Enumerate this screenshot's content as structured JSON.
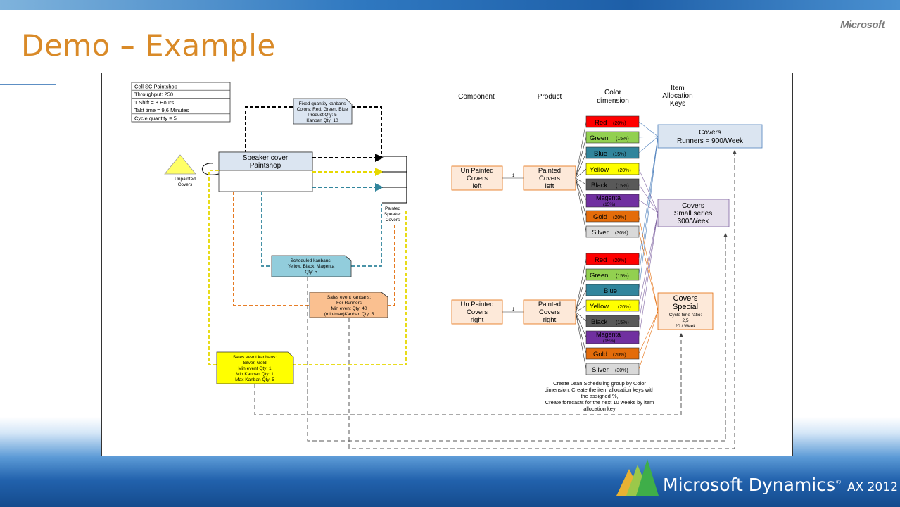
{
  "slide": {
    "title": "Demo – Example"
  },
  "branding": {
    "top_logo": "Microsoft",
    "product_name": "Microsoft Dynamics",
    "product_suffix": "®",
    "version": "AX 2012"
  },
  "colors": {
    "title": "#d98a28",
    "red": "#ff0000",
    "green": "#92d050",
    "blue": "#31859c",
    "yellow": "#ffff00",
    "black": "#595959",
    "magenta": "#7030a0",
    "gold": "#e46c0a",
    "silver": "#d9d9d9",
    "orange_box": "#fbd5b5",
    "lavender": "#e6e0ec",
    "lightblue": "#dbe5f1",
    "sched": "#92cddc",
    "sales_orange": "#fac090"
  },
  "diagram": {
    "cell_info": [
      "Cell SC Paintshop",
      "Throughput: 250",
      "1 Shift = 8 Hours",
      "Takt time = 9,6 Minutes",
      "Cycle quantity = 5"
    ],
    "fixed_kanban": [
      "Fixed quantity kanbans",
      "Colors: Red, Green, Blue",
      "Product Qty: 5",
      "Kanban Qty: 10"
    ],
    "paintshop": [
      "Speaker cover",
      "Paintshop"
    ],
    "unpainted_covers": [
      "Unpainted",
      "Covers"
    ],
    "painted_speaker_covers": [
      "Painted",
      "Speaker",
      "Covers"
    ],
    "scheduled_kanban": [
      "Scheduled kanbans:",
      "Yellow, Black, Magenta",
      "Qty: 5"
    ],
    "sales_event_runners": [
      "Sales event kanbans:",
      "For Runners",
      "Min event Qty: 40",
      "(min/max)Kanban Qty: 5"
    ],
    "sales_event_silver_gold": [
      "Sales event kanbans:",
      "Silver, Gold",
      "Min event Qty: 1",
      "Min Kanban Qty: 1",
      "Max Kanban Qty: 5"
    ],
    "headers": {
      "component": "Component",
      "product": "Product",
      "color": [
        "Color",
        "dimension"
      ],
      "keys": [
        "Item",
        "Allocation",
        "Keys"
      ]
    },
    "left": {
      "component": [
        "Un Painted",
        "Covers",
        "left"
      ],
      "product": [
        "Painted",
        "Covers",
        "left"
      ],
      "link": "1"
    },
    "right": {
      "component": [
        "Un Painted",
        "Covers",
        "right"
      ],
      "product": [
        "Painted",
        "Covers",
        "right"
      ],
      "link": "1"
    },
    "colors_left": [
      {
        "name": "Red",
        "pct": "(20%)"
      },
      {
        "name": "Green",
        "pct": "(15%)"
      },
      {
        "name": "Blue",
        "pct": "(15%)"
      },
      {
        "name": "Yellow",
        "pct": "(20%)"
      },
      {
        "name": "Black",
        "pct": "(15%)"
      },
      {
        "name": "Magenta",
        "pct": "(15%)"
      },
      {
        "name": "Gold",
        "pct": "(20%)"
      },
      {
        "name": "Silver",
        "pct": "(30%)"
      }
    ],
    "colors_right": [
      {
        "name": "Red",
        "pct": "(20%)"
      },
      {
        "name": "Green",
        "pct": "(15%)"
      },
      {
        "name": "Blue",
        "pct": ""
      },
      {
        "name": "Yellow",
        "pct": "(20%)"
      },
      {
        "name": "Black",
        "pct": "(15%)"
      },
      {
        "name": "Magenta",
        "pct": "(15%)"
      },
      {
        "name": "Gold",
        "pct": "(20%)"
      },
      {
        "name": "Silver",
        "pct": "(30%)"
      }
    ],
    "key_runners": [
      "Covers",
      "Runners = 900/Week"
    ],
    "key_small": [
      "Covers",
      "Small series",
      "300/Week"
    ],
    "key_special": {
      "title": [
        "Covers",
        "Special"
      ],
      "detail": [
        "Cycle time ratio:",
        "2,5",
        "20 / Week"
      ]
    },
    "note": [
      "Create Lean Scheduling group by Color",
      "dimension, Create the item allocation keys with",
      "the assigned %,",
      "Create forecasts for the next 10 weeks by item",
      "allocation key"
    ]
  }
}
